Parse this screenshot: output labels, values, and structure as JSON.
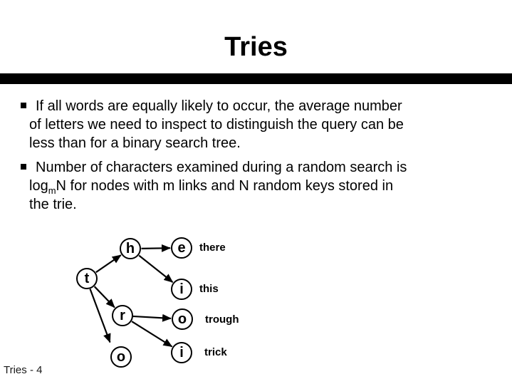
{
  "slide": {
    "title": "Tries",
    "footer": "Tries - 4",
    "colors": {
      "text": "#000000",
      "rule": "#000000",
      "background": "#ffffff"
    }
  },
  "bullets": [
    {
      "marker": "square",
      "lines": [
        "If all words are equally likely to occur, the average number",
        "of letters we need to inspect to distinguish the query can be",
        "less than for a binary search tree."
      ]
    },
    {
      "marker": "square",
      "lines": [
        "Number of characters examined during a random search is",
        {
          "prefix": "log",
          "subscript": "m",
          "rest": "N for nodes with m links and N random keys stored in"
        },
        "the trie."
      ]
    }
  ],
  "trie": {
    "nodes": [
      {
        "letter": "t"
      },
      {
        "letter": "h"
      },
      {
        "letter": "e"
      },
      {
        "letter": "i"
      },
      {
        "letter": "r"
      },
      {
        "letter": "o"
      },
      {
        "letter": "i"
      },
      {
        "letter": "o"
      }
    ],
    "words": [
      {
        "text": "there"
      },
      {
        "text": "this"
      },
      {
        "text": "trough"
      },
      {
        "text": "trick"
      }
    ],
    "edges": [
      {
        "from": "t",
        "to": "h"
      },
      {
        "from": "t",
        "to": "r"
      },
      {
        "from": "t",
        "to": "o-bottom"
      },
      {
        "from": "h",
        "to": "e"
      },
      {
        "from": "h",
        "to": "i-this"
      },
      {
        "from": "r",
        "to": "o-trough"
      },
      {
        "from": "r",
        "to": "i-trick"
      }
    ]
  }
}
